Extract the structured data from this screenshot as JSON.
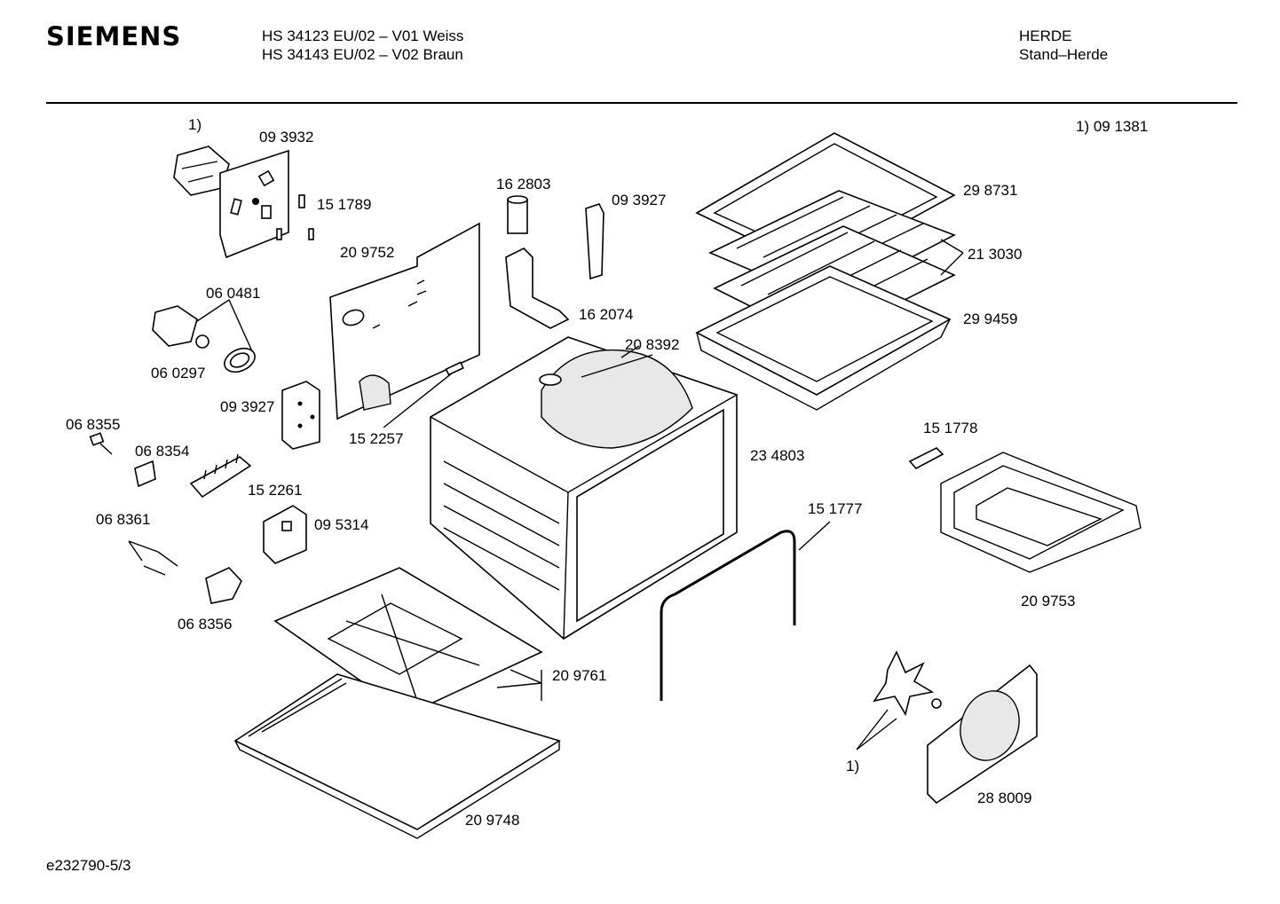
{
  "header": {
    "brand": "SIEMENS",
    "model_line_1": "HS 34123 EU/02 – V01 Weiss",
    "model_line_2": "HS 34143 EU/02 – V02 Braun",
    "category_1": "HERDE",
    "category_2": "Stand–Herde"
  },
  "note": "1)  09 1381",
  "labels": {
    "l_fn1_top": "1)",
    "l_093932": "09 3932",
    "l_151789": "15 1789",
    "l_209752": "20 9752",
    "l_060481": "06 0481",
    "l_060297": "06 0297",
    "l_093927a": "09 3927",
    "l_068355": "06 8355",
    "l_068354": "06 8354",
    "l_152257": "15 2257",
    "l_152261": "15 2261",
    "l_095314": "09 5314",
    "l_068361": "06 8361",
    "l_068356": "06 8356",
    "l_162803": "16 2803",
    "l_093927b": "09 3927",
    "l_162074": "16 2074",
    "l_208392": "20 8392",
    "l_234803": "23 4803",
    "l_298731": "29 8731",
    "l_213030": "21 3030",
    "l_299459": "29 9459",
    "l_151778": "15 1778",
    "l_151777": "15 1777",
    "l_209753": "20 9753",
    "l_209761": "20 9761",
    "l_209748": "20 9748",
    "l_288009": "28 8009",
    "l_fn1_bottom": "1)"
  },
  "footer": {
    "drawing_id": "e232790-5/3"
  }
}
